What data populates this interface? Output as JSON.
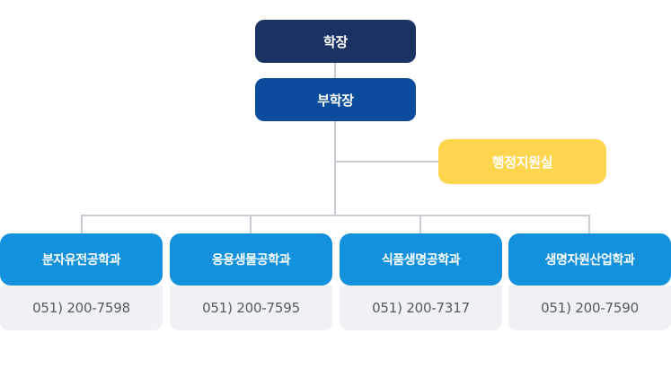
{
  "chart_title": "",
  "colors": {
    "dean": "#1b3363",
    "vice_dean": "#0b4d9c",
    "admin_office": "#fdd54e",
    "department": "#1391dd",
    "phone_box": "#f0f1f5",
    "connector": "#c9ccd3",
    "page_background": "#ffffff"
  },
  "nodes": {
    "dean": {
      "label": "학장"
    },
    "vice_dean": {
      "label": "부학장"
    },
    "admin_office": {
      "label": "행정지원실"
    }
  },
  "departments": [
    {
      "name": "분자유전공학과",
      "phone": "051) 200-7598"
    },
    {
      "name": "응용생물공학과",
      "phone": "051) 200-7595"
    },
    {
      "name": "식품생명공학과",
      "phone": "051) 200-7317"
    },
    {
      "name": "생명자원산업학과",
      "phone": "051) 200-7590"
    }
  ]
}
